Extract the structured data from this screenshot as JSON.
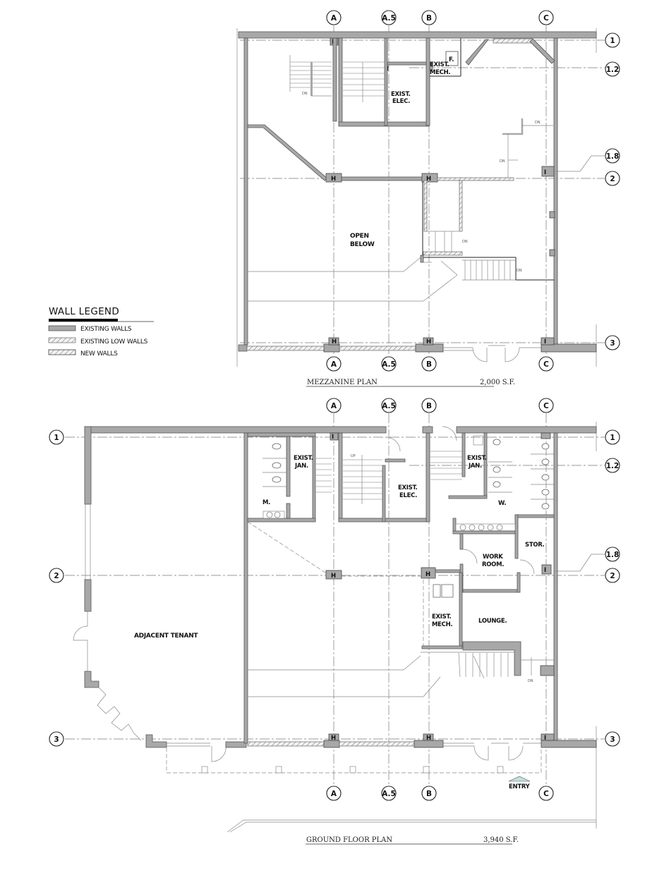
{
  "legend": {
    "title": "WALL LEGEND",
    "items": [
      {
        "label": "EXISTING WALLS",
        "style": "solid",
        "color": "#a8a8a8"
      },
      {
        "label": "EXISTING LOW WALLS",
        "style": "hatch-light"
      },
      {
        "label": "NEW WALLS",
        "style": "hatch"
      }
    ]
  },
  "grid": {
    "columns": [
      "A",
      "A.5",
      "B",
      "C"
    ],
    "rows": [
      "1",
      "1.2",
      "1.8",
      "2",
      "3"
    ]
  },
  "mezzanine": {
    "title": "MEZZANINE PLAN",
    "area": "2,000 S.F.",
    "rooms": {
      "elec_1": "EXIST.",
      "elec_2": "ELEC.",
      "mech_1": "EXIST.",
      "mech_2": "MECH.",
      "f": "F.",
      "open_1": "OPEN",
      "open_2": "BELOW"
    },
    "column_marker": "H",
    "stair_marker": "DN"
  },
  "ground": {
    "title": "GROUND FLOOR PLAN",
    "area": "3,940 S.F.",
    "rooms": {
      "jan_left_1": "EXIST.",
      "jan_left_2": "JAN.",
      "men": "M.",
      "elec_1": "EXIST.",
      "elec_2": "ELEC.",
      "jan_right_1": "EXIST.",
      "jan_right_2": "JAN.",
      "women": "W.",
      "stor": "STOR.",
      "work_1": "WORK",
      "work_2": "ROOM.",
      "mech_1": "EXIST.",
      "mech_2": "MECH.",
      "lounge": "LOUNGE.",
      "adjacent": "ADJACENT  TENANT"
    },
    "entry": "ENTRY",
    "entry_color": "#bfe3dc",
    "stair_up": "UP",
    "stair_dn": "DN"
  }
}
